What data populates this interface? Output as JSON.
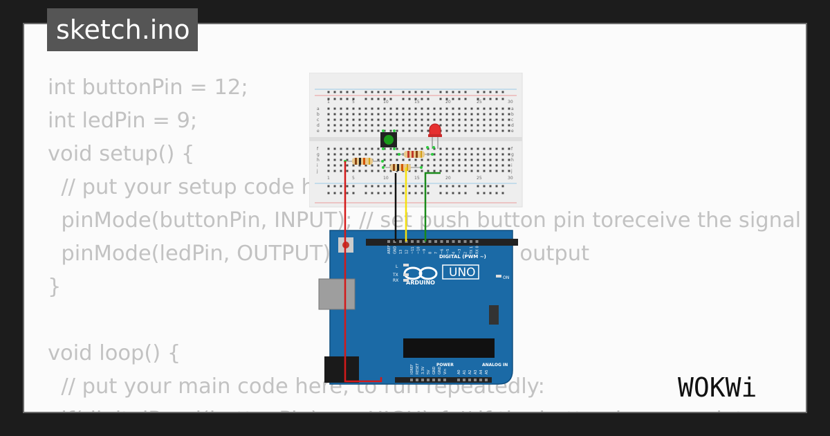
{
  "file": {
    "name": "sketch.ino"
  },
  "code": {
    "lines": [
      "int buttonPin = 12;",
      "int ledPin = 9;",
      "void setup() {",
      "  // put your setup code here, to run once:",
      "  pinMode(buttonPin, INPUT); // set push button pin toreceive the signal",
      "  pinMode(ledPin, OUTPUT); // set LED pin to output",
      "}",
      "",
      "void loop() {",
      "  // put your main code here, to run repeatedly:",
      "  if(digitalRead(buttonPin) == HIGH) { // if the button is pressed, turn on"
    ]
  },
  "breadboard": {
    "column_numbers": [
      "1",
      "5",
      "10",
      "15",
      "20",
      "25",
      "30"
    ],
    "row_letters_top": [
      "a",
      "b",
      "c",
      "d",
      "e"
    ],
    "row_letters_bottom": [
      "f",
      "g",
      "h",
      "i",
      "j"
    ]
  },
  "arduino": {
    "brand": "ARDUINO",
    "model": "UNO",
    "digital_label": "DIGITAL (PWM ~)",
    "power_label": "POWER",
    "analog_label": "ANALOG IN",
    "on_label": "ON",
    "l_label": "L",
    "tx_label": "TX",
    "rx_label": "RX",
    "top_pin_labels": [
      "AREF",
      "GND",
      "13",
      "12",
      "~11",
      "~10",
      "~9",
      "8",
      "7",
      "~6",
      "~5",
      "4",
      "~3",
      "2",
      "TX 1",
      "RX 0"
    ],
    "bottom_pin_labels": [
      "IOREF",
      "RESET",
      "3.3V",
      "5V",
      "GND",
      "GND",
      "Vin",
      "A0",
      "A1",
      "A2",
      "A3",
      "A4",
      "A5"
    ]
  },
  "brand": {
    "logo_text": "WOKWi"
  },
  "colors": {
    "board": "#1b6aa6",
    "wire_power": "#d31a1a",
    "wire_ground": "#111111",
    "wire_button": "#f5e10c",
    "wire_led": "#1a8a1a",
    "led": "#e53030",
    "button": "#1a9a1a"
  }
}
